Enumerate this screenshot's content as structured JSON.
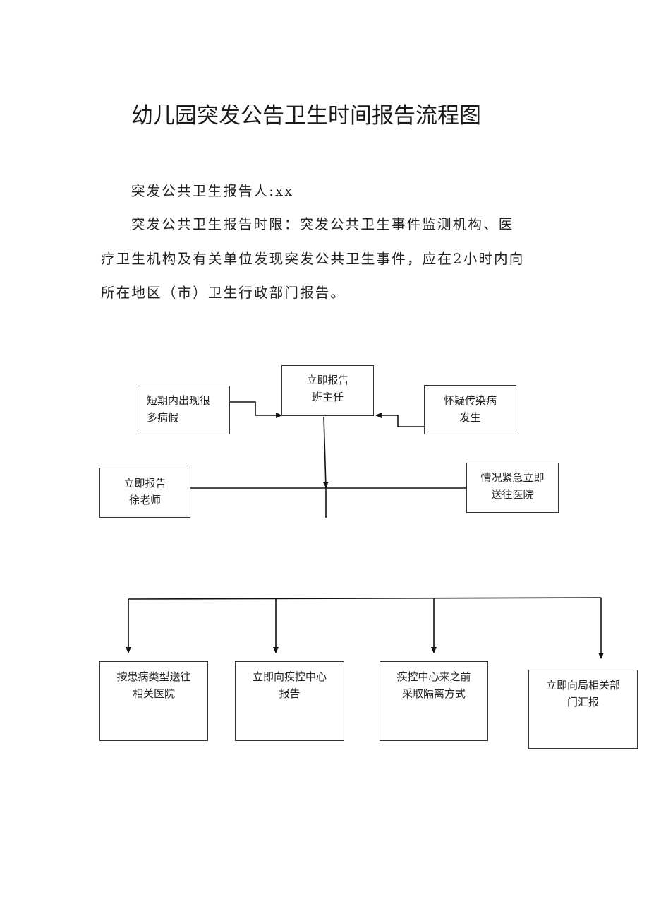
{
  "document": {
    "title": "幼儿园突发公告卫生时间报告流程图",
    "reporter_line": "突发公共卫生报告人:xx",
    "time_limit_lines": [
      "突发公共卫生报告时限：突发公共卫生事件监测机构、医",
      "疗卫生机构及有关单位发现突发公共卫生事件，应在2小时内向",
      "所在地区（市）卫生行政部门报告。"
    ]
  },
  "flowchart": {
    "top": [
      "立即报告",
      "班主任"
    ],
    "left_trigger": [
      "短期内出现很",
      "多病假"
    ],
    "right_trigger": [
      "怀疑传染病",
      "发生"
    ],
    "left_report": [
      "立即报告",
      "徐老师"
    ],
    "right_urgent": [
      "情况紧急立即",
      "送往医院"
    ],
    "outcomes": [
      [
        "按患病类型送往",
        "相关医院"
      ],
      [
        "立即向疾控中心",
        "报告"
      ],
      [
        "疾控中心来之前",
        "采取隔离方式"
      ],
      [
        "立即向局相关部",
        "门汇报"
      ]
    ]
  }
}
